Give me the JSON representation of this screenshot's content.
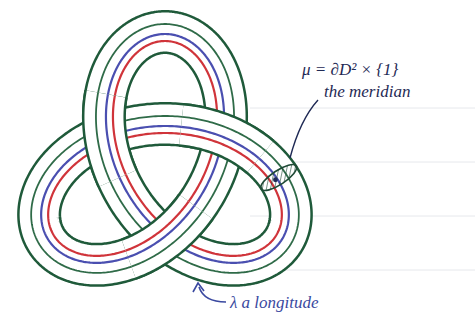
{
  "diagram": {
    "labels": [
      "μ = ∂D² × {1}",
      "the meridian",
      "λ a longitude"
    ]
  }
}
